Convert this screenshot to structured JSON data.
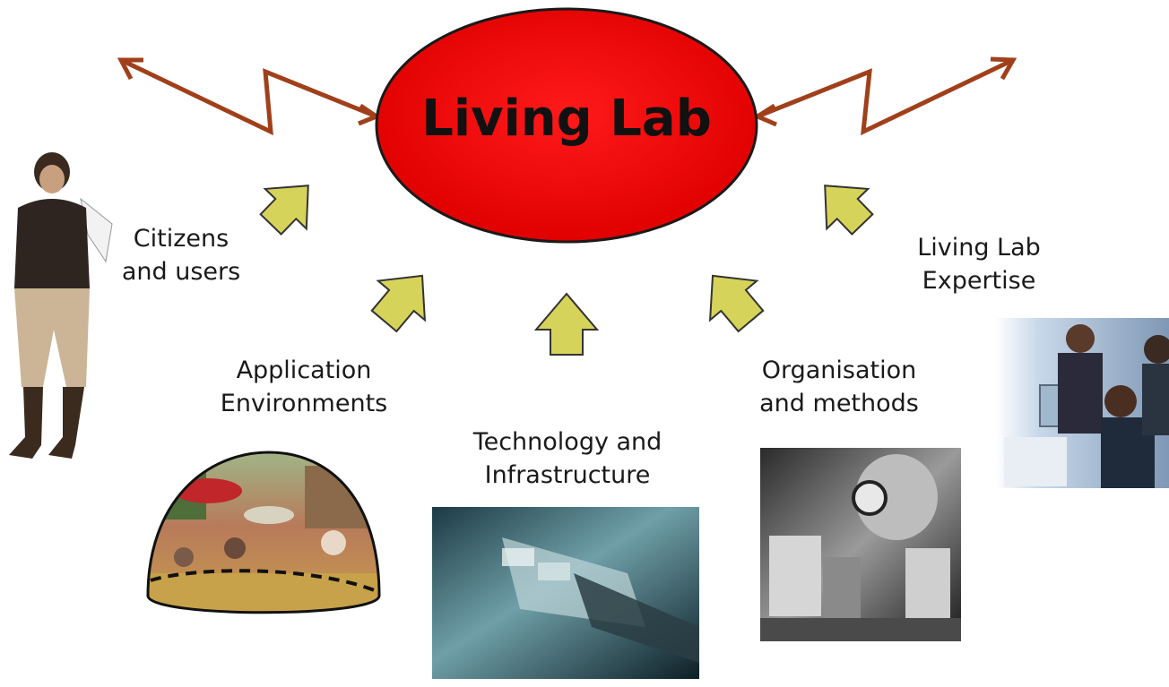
{
  "diagram": {
    "center": {
      "title": "Living Lab",
      "fill": "#ff0000"
    },
    "arrow_fill": "#d6d35a",
    "lightning_color": "#a0401a",
    "labels": {
      "citizens": [
        "Citizens",
        "and users"
      ],
      "application": [
        "Application",
        "Environments"
      ],
      "technology": [
        "Technology and",
        "Infrastructure"
      ],
      "organisation": [
        "Organisation",
        "and methods"
      ],
      "expertise": [
        "Living Lab",
        "Expertise"
      ]
    },
    "images": {
      "citizen": "aviator-person-photo",
      "street": "street-scene-dome-photo",
      "cable": "network-cable-photo",
      "model_maker": "craftsman-with-model-town-photo",
      "office": "office-team-photo"
    }
  }
}
